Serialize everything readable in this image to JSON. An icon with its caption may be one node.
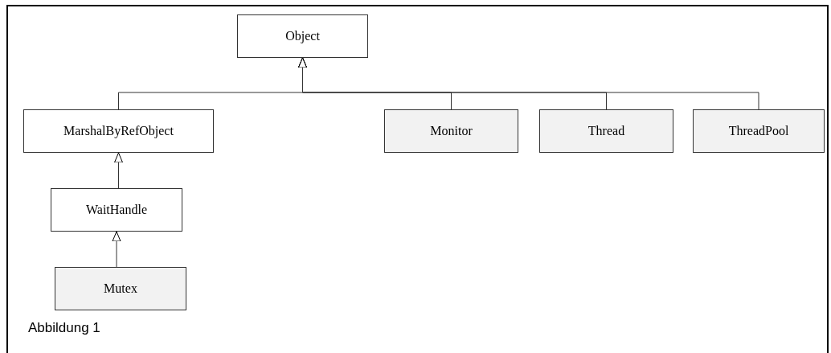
{
  "diagram": {
    "nodes": [
      {
        "text": [
          "Object"
        ]
      },
      {
        "text": [
          "MarshalByRefObject"
        ]
      },
      {
        "text": [
          "Monitor"
        ]
      },
      {
        "text": [
          "Thread"
        ]
      },
      {
        "text": [
          "ThreadPool"
        ]
      },
      {
        "text": [
          "WaitHandle"
        ]
      },
      {
        "text": [
          "Mutex"
        ]
      }
    ],
    "edges": [
      {
        "from": 1,
        "to": 0,
        "arrow": "to"
      },
      {
        "from": 2,
        "to": 0,
        "arrow": "to"
      },
      {
        "from": 3,
        "to": 0,
        "arrow": "to"
      },
      {
        "from": 4,
        "to": 0,
        "arrow": "to"
      },
      {
        "from": 5,
        "to": 1,
        "arrow": "to"
      },
      {
        "from": 6,
        "to": 5,
        "arrow": "to"
      }
    ],
    "labels": [
      "Abbildung 1"
    ]
  }
}
